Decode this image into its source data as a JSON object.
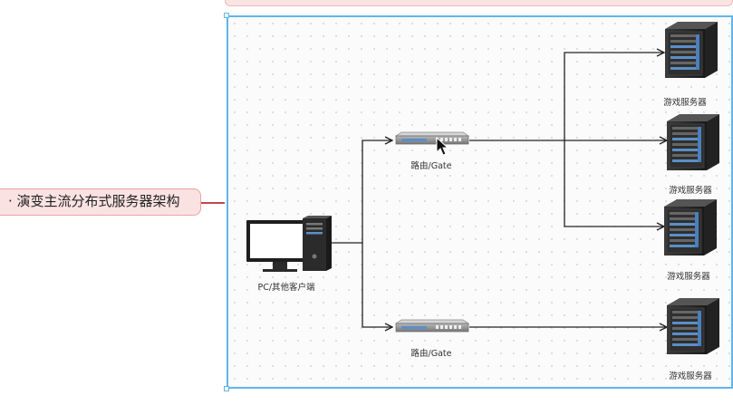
{
  "mindmap": {
    "root_topic": "· 演变主流分布式服务器架构"
  },
  "diagram": {
    "client_label": "PC/其他客户端",
    "router_top_label": "路由/Gate",
    "router_bottom_label": "路由/Gate",
    "server_labels": [
      "游戏服务器",
      "游戏服务器",
      "游戏服务器",
      "游戏服务器"
    ]
  },
  "colors": {
    "selection_border": "#5fb6e8",
    "topic_fill": "#fbe2e2",
    "topic_border": "#e9a2a2",
    "connector": "#c0464b"
  }
}
